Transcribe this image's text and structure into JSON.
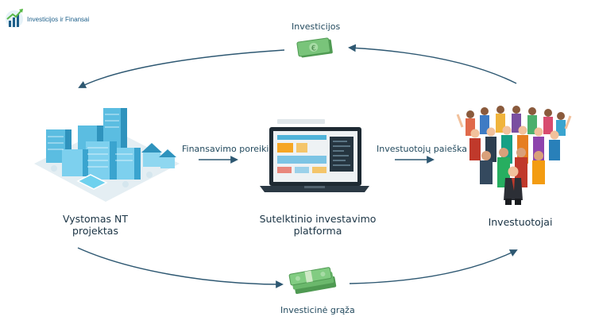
{
  "logo": {
    "text": "Investicijos ir Finansai"
  },
  "flows": {
    "top": "Investicijos",
    "left_mid": "Finansavimo poreikis",
    "right_mid": "Investuotojų paieška",
    "bottom": "Investicinė grąža"
  },
  "nodes": {
    "developer": {
      "line1": "Vystomas NT",
      "line2": "projektas"
    },
    "platform": {
      "line1": "Sutelktinio investavimo",
      "line2": "platforma"
    },
    "investors": {
      "line1": "Investuotojai"
    }
  },
  "colors": {
    "arrow": "#2e5872",
    "building": "#4fb3d9",
    "money": "#69b86b",
    "brand": "#1d5f8a"
  }
}
